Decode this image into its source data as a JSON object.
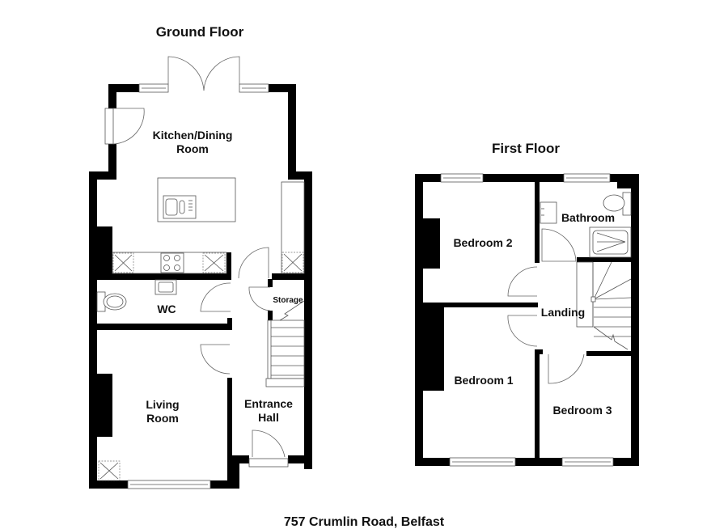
{
  "ground_floor": {
    "title": "Ground Floor",
    "rooms": {
      "kitchen_line1": "Kitchen/Dining",
      "kitchen_line2": "Room",
      "wc": "WC",
      "storage": "Storage",
      "living_line1": "Living",
      "living_line2": "Room",
      "hall_line1": "Entrance",
      "hall_line2": "Hall"
    }
  },
  "first_floor": {
    "title": "First Floor",
    "rooms": {
      "bedroom2": "Bedroom 2",
      "bathroom": "Bathroom",
      "landing": "Landing",
      "bedroom1": "Bedroom 1",
      "bedroom3": "Bedroom 3"
    }
  },
  "address": "757 Crumlin Road, Belfast",
  "colors": {
    "wall": "#000000",
    "fixture": "#555555",
    "background": "#ffffff"
  }
}
